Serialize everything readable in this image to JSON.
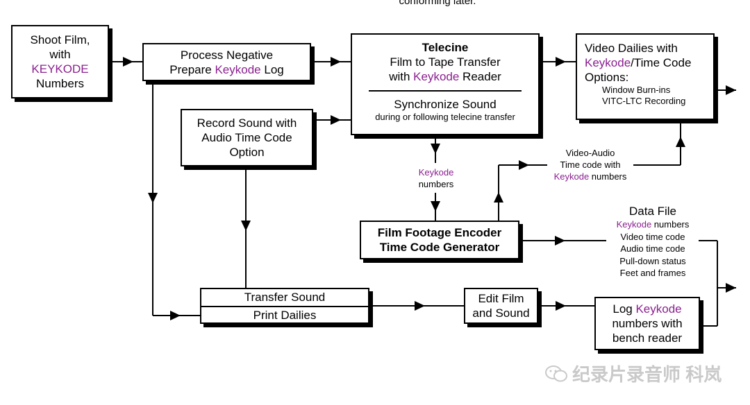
{
  "caption_fragment": "conforming later.",
  "boxes": {
    "shoot": {
      "line1": "Shoot Film,",
      "line2": "with",
      "line3_kk": "KEYKODE",
      "line4": "Numbers"
    },
    "process": {
      "line1": "Process Negative",
      "line2_pre": "Prepare ",
      "line2_kk": "Keykode",
      "line2_post": " Log"
    },
    "telecine": {
      "title": "Telecine",
      "line1": "Film to Tape Transfer",
      "line2_pre": "with ",
      "line2_kk": "Keykode",
      "line2_post": " Reader",
      "sync": "Synchronize Sound",
      "sync_sub": "during or following telecine transfer"
    },
    "dailies": {
      "line1": "Video Dailies with",
      "line2_kk": "Keykode",
      "line2_post": "/Time Code",
      "line3": "Options:",
      "opt1": "Window Burn-ins",
      "opt2": "VITC-LTC Recording"
    },
    "sound": {
      "line1": "Record Sound with",
      "line2": "Audio Time Code",
      "line3": "Option"
    },
    "encoder": {
      "line1": "Film Footage Encoder",
      "line2": "Time Code Generator"
    },
    "transfer": {
      "top": "Transfer Sound",
      "bottom": "Print Dailies"
    },
    "edit": {
      "line1": "Edit Film",
      "line2": "and Sound"
    },
    "log": {
      "line1_pre": "Log ",
      "line1_kk": "Keykode",
      "line2": "numbers with",
      "line3": "bench reader"
    }
  },
  "labels": {
    "keykode_numbers": {
      "kk": "Keykode",
      "rest": "numbers"
    },
    "video_audio": {
      "line1": "Video-Audio",
      "line2": "Time code with",
      "line3_kk": "Keykode",
      "line3_post": " numbers"
    },
    "data_file": {
      "title": "Data File",
      "line1_kk": "Keykode",
      "line1_post": " numbers",
      "line2": "Video time code",
      "line3": "Audio time code",
      "line4": "Pull-down status",
      "line5": "Feet and frames"
    }
  },
  "watermark": "纪录片录音师 科岚",
  "colors": {
    "keykode": "#8a1f8f",
    "line": "#000000",
    "watermark": "#c9c9c9"
  }
}
